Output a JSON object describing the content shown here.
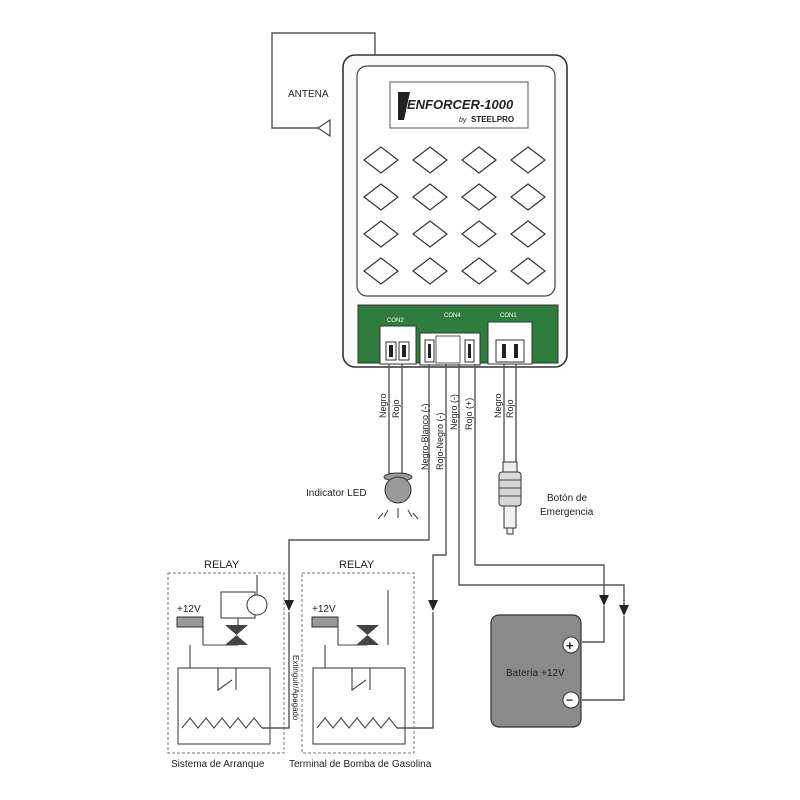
{
  "device": {
    "logo_main": "ENFORCER-1000",
    "logo_by": "by",
    "logo_brand": "STEELPRO",
    "keypad_rows": 4,
    "keypad_cols": 4,
    "board_color": "#2f7d3c",
    "connectors": {
      "con2": "CON2",
      "con4": "CON4",
      "con1": "CON1"
    }
  },
  "antenna_label": "ANTENA",
  "wires": {
    "con2_negro": "Negro",
    "con2_rojo": "Rojo",
    "con4_negro_blanco": "Negro-Blanco (-)",
    "con4_rojo_negro": "Rojo-Negro (-)",
    "con4_negro": "Negro (-)",
    "con4_rojo": "Rojo (+)",
    "con1_negro": "Negro",
    "con1_rojo": "Rojo"
  },
  "indicator_led_label": "Indicator LED",
  "emergency_button_label": [
    "Botón de",
    "Emergencia"
  ],
  "relay_left": {
    "title": "RELAY",
    "voltage": "+12V",
    "caption": "Sistema de Arranque",
    "wire_label": "Extinguir/Apagado"
  },
  "relay_right": {
    "title": "RELAY",
    "voltage": "+12V",
    "caption": "Terminal de Bomba de Gasolina"
  },
  "battery": {
    "label": "Batería +12V",
    "positive": "+",
    "negative": "−",
    "color": "#8a8a8a"
  }
}
